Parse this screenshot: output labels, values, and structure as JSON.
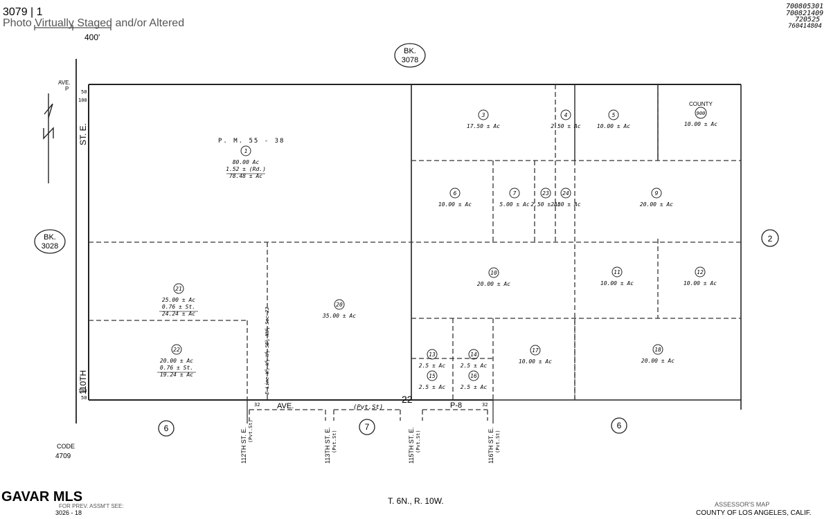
{
  "header": {
    "book_page": "3079 | 1",
    "overlay": "Photo Virtually Staged and/or Altered",
    "scale": "400'",
    "ids": [
      "700805301",
      "700821409",
      "720525",
      "760414804"
    ]
  },
  "book_labels": {
    "north": [
      "BK.",
      "3078"
    ],
    "west": [
      "BK.",
      "3028"
    ],
    "east_circle": "2"
  },
  "streets": {
    "ave_p": [
      "AVE.",
      "P"
    ],
    "st_110": "110TH",
    "st_e": "ST. E.",
    "ave_bottom": "AVE.",
    "ave_num": "22",
    "ave_p8": "P-8",
    "pvt_st": "(Pvt.St)",
    "side_streets": [
      "112TH ST. E.",
      "113TH ST. E.",
      "115TH ST. E.",
      "116TH ST. E."
    ],
    "pvt": "(Pvt.St)"
  },
  "parcels": [
    {
      "num": "1",
      "lines": [
        "80.00 Ac",
        "1.52 ± (Rd.)",
        "78.48 ± Ac"
      ]
    },
    {
      "num": "3",
      "lines": [
        "17.50 ± Ac"
      ]
    },
    {
      "num": "4",
      "lines": [
        "2.50 ± Ac"
      ]
    },
    {
      "num": "5",
      "lines": [
        "10.00 ± Ac"
      ]
    },
    {
      "num": "900",
      "lines": [
        "10.00 ± Ac"
      ]
    },
    {
      "num": "6",
      "lines": [
        "10.00 ± Ac"
      ]
    },
    {
      "num": "7",
      "lines": [
        "5.00 ± Ac"
      ]
    },
    {
      "num": "23",
      "lines": [
        "2.50 ± Ac"
      ]
    },
    {
      "num": "24",
      "lines": [
        "2.50 ± Ac"
      ]
    },
    {
      "num": "9",
      "lines": [
        "20.00 ± Ac"
      ]
    },
    {
      "num": "10",
      "lines": [
        "20.00 ± Ac"
      ]
    },
    {
      "num": "11",
      "lines": [
        "10.00 ± Ac"
      ]
    },
    {
      "num": "12",
      "lines": [
        "10.00 ± Ac"
      ]
    },
    {
      "num": "21",
      "lines": [
        "25.00 ± Ac",
        "0.76 ± St.",
        "24.24 ± Ac"
      ]
    },
    {
      "num": "20",
      "lines": [
        "35.00 ± Ac"
      ]
    },
    {
      "num": "22",
      "lines": [
        "20.00 ± Ac",
        "0.76 ± St.",
        "19.24 ± Ac"
      ]
    },
    {
      "num": "13",
      "lines": [
        "2.5 ± Ac"
      ]
    },
    {
      "num": "14",
      "lines": [
        "2.5 ± Ac"
      ]
    },
    {
      "num": "15",
      "lines": [
        "2.5 ± Ac"
      ]
    },
    {
      "num": "16",
      "lines": [
        "2.5 ± Ac"
      ]
    },
    {
      "num": "17",
      "lines": [
        "10.00 ± Ac"
      ]
    },
    {
      "num": "18",
      "lines": [
        "20.00 ± Ac"
      ]
    }
  ],
  "county_label": "COUNTY",
  "pm_label": "P. M. 55 - 38",
  "easement": "E Line W½ W½ W½ SE¼ NW¼ Sec 22",
  "blocks_south": [
    "6",
    "7",
    "6"
  ],
  "dims": {
    "d50": "50",
    "d100": "100",
    "d32": "32"
  },
  "footer": {
    "code_label": "CODE",
    "code": "4709",
    "brand": "GAVAR MLS",
    "prev_label": "FOR PREV. ASSM'T SEE:",
    "prev": "3026 - 18",
    "township": "T. 6N., R. 10W.",
    "map_title": "ASSESSOR'S MAP",
    "county": "COUNTY OF LOS ANGELES, CALIF."
  }
}
